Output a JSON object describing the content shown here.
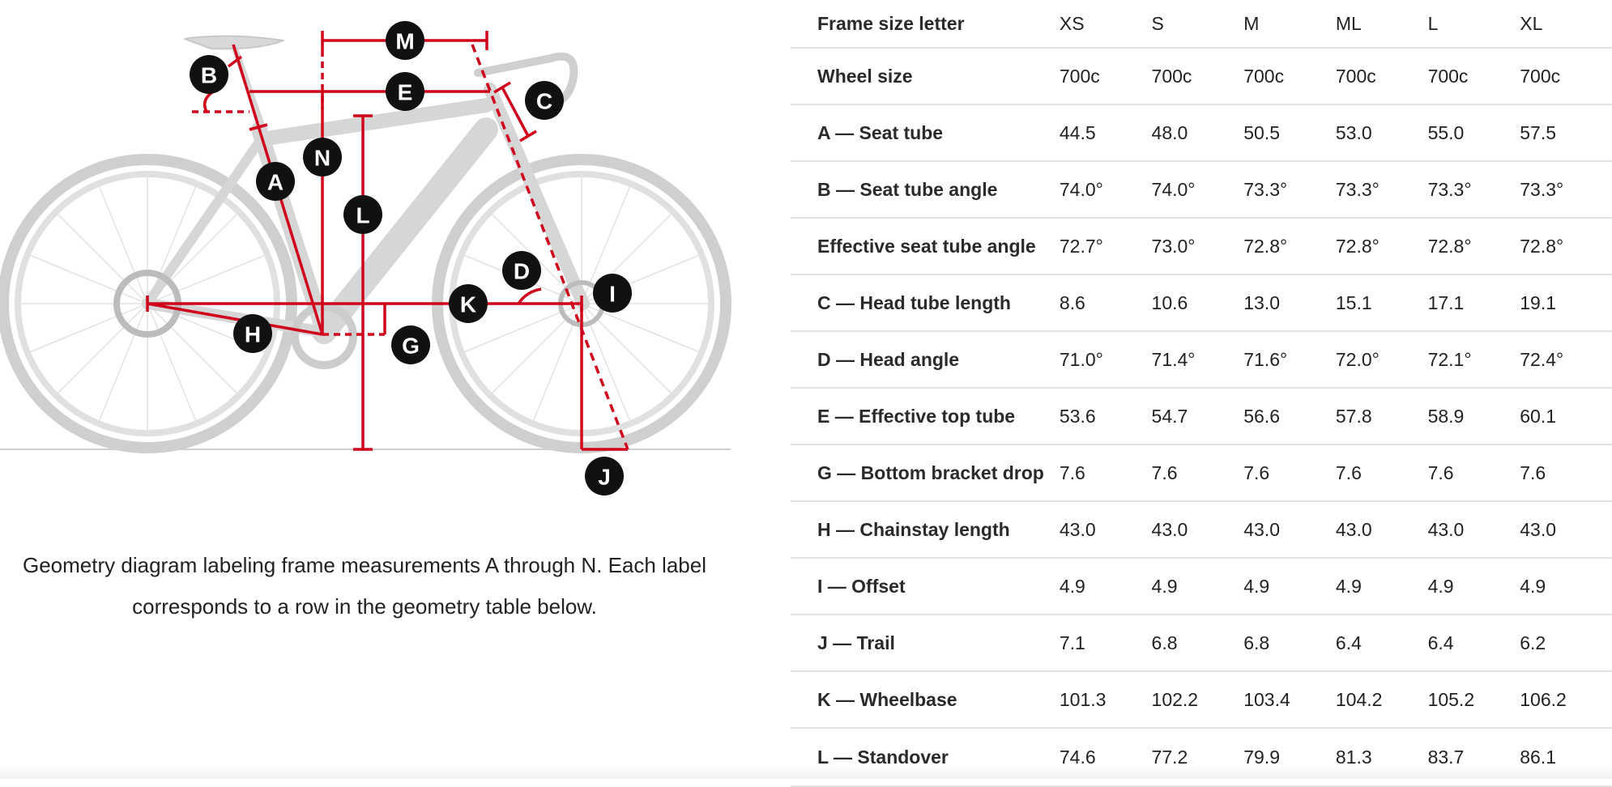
{
  "diagram": {
    "labels": [
      "A",
      "B",
      "C",
      "D",
      "E",
      "G",
      "H",
      "I",
      "J",
      "K",
      "L",
      "M",
      "N"
    ],
    "caption": "Geometry diagram labeling frame measurements A through N. Each label corresponds to a row in the geometry table below."
  },
  "colors": {
    "measure": "#d0021b",
    "frame": "#cccccc",
    "label_bg": "#111111"
  },
  "table": {
    "header": {
      "label": "Frame size letter",
      "sizes": [
        "XS",
        "S",
        "M",
        "ML",
        "L",
        "XL"
      ]
    },
    "rows": [
      {
        "label": "Wheel size",
        "values": [
          "700c",
          "700c",
          "700c",
          "700c",
          "700c",
          "700c"
        ]
      },
      {
        "label": "A — Seat tube",
        "values": [
          "44.5",
          "48.0",
          "50.5",
          "53.0",
          "55.0",
          "57.5"
        ]
      },
      {
        "label": "B — Seat tube angle",
        "values": [
          "74.0°",
          "74.0°",
          "73.3°",
          "73.3°",
          "73.3°",
          "73.3°"
        ]
      },
      {
        "label": "Effective seat tube angle",
        "values": [
          "72.7°",
          "73.0°",
          "72.8°",
          "72.8°",
          "72.8°",
          "72.8°"
        ]
      },
      {
        "label": "C — Head tube length",
        "values": [
          "8.6",
          "10.6",
          "13.0",
          "15.1",
          "17.1",
          "19.1"
        ]
      },
      {
        "label": "D — Head angle",
        "values": [
          "71.0°",
          "71.4°",
          "71.6°",
          "72.0°",
          "72.1°",
          "72.4°"
        ]
      },
      {
        "label": "E — Effective top tube",
        "values": [
          "53.6",
          "54.7",
          "56.6",
          "57.8",
          "58.9",
          "60.1"
        ]
      },
      {
        "label": "G — Bottom bracket drop",
        "values": [
          "7.6",
          "7.6",
          "7.6",
          "7.6",
          "7.6",
          "7.6"
        ]
      },
      {
        "label": "H — Chainstay length",
        "values": [
          "43.0",
          "43.0",
          "43.0",
          "43.0",
          "43.0",
          "43.0"
        ]
      },
      {
        "label": "I — Offset",
        "values": [
          "4.9",
          "4.9",
          "4.9",
          "4.9",
          "4.9",
          "4.9"
        ]
      },
      {
        "label": "J — Trail",
        "values": [
          "7.1",
          "6.8",
          "6.8",
          "6.4",
          "6.4",
          "6.2"
        ]
      },
      {
        "label": "K — Wheelbase",
        "values": [
          "101.3",
          "102.2",
          "103.4",
          "104.2",
          "105.2",
          "106.2"
        ]
      },
      {
        "label": "L — Standover",
        "values": [
          "74.6",
          "77.2",
          "79.9",
          "81.3",
          "83.7",
          "86.1"
        ]
      }
    ]
  }
}
